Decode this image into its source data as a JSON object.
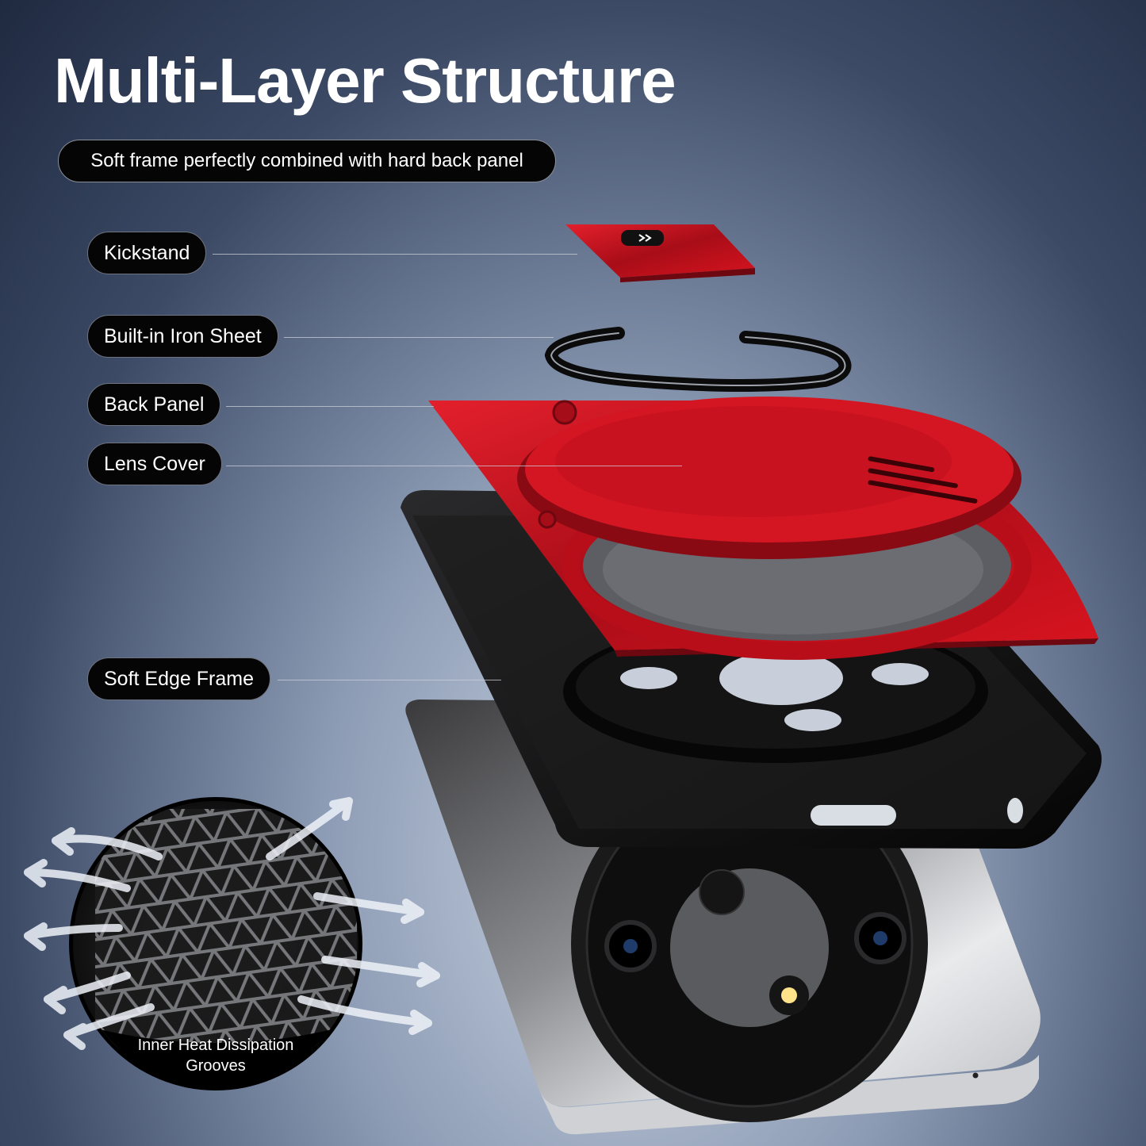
{
  "header": {
    "title": "Multi-Layer Structure",
    "subtitle": "Soft frame perfectly combined with hard back panel"
  },
  "labels": {
    "kickstand": "Kickstand",
    "iron_sheet": "Built-in Iron Sheet",
    "back_panel": "Back Panel",
    "lens_cover": "Lens Cover",
    "soft_edge_frame": "Soft Edge Frame"
  },
  "inset": {
    "caption_line1": "Inner Heat Dissipation",
    "caption_line2": "Grooves"
  },
  "colors": {
    "accent_red": "#c8101e",
    "case_black": "#111111",
    "label_bg": "#050505"
  }
}
